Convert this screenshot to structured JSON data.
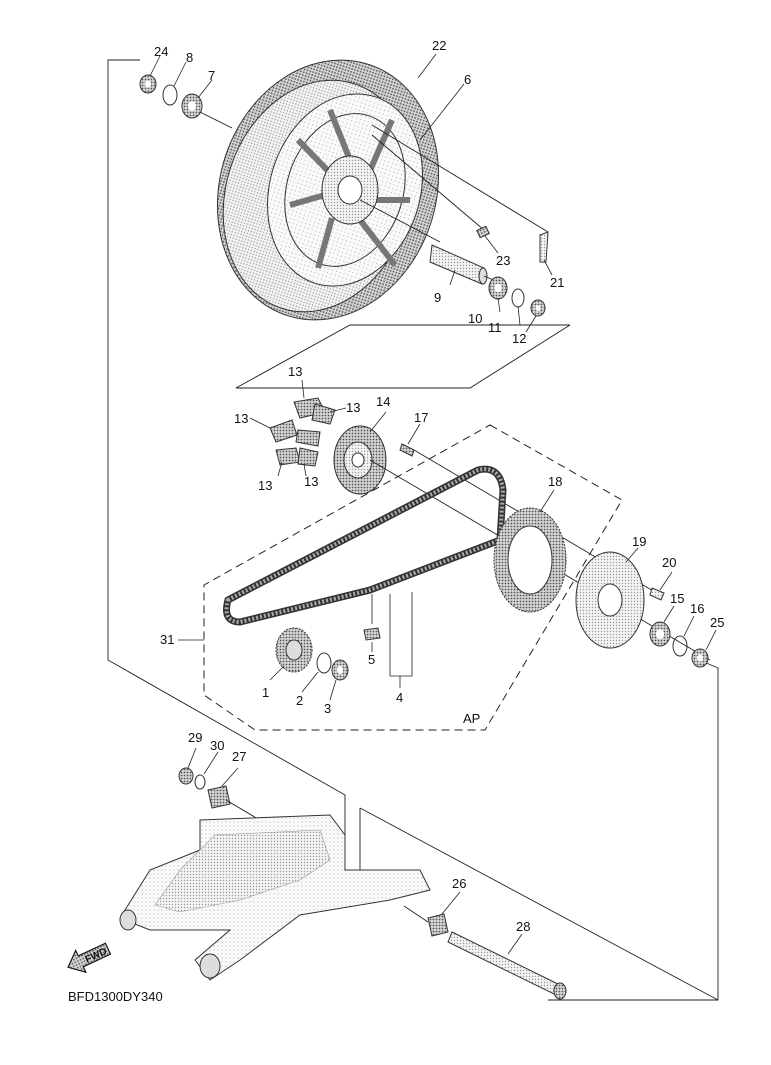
{
  "diagram": {
    "code": "BFD1300DY340",
    "assembly_tag": "AP",
    "fwd_label": "FWD",
    "callouts": {
      "c1": "1",
      "c2": "2",
      "c3": "3",
      "c4": "4",
      "c5": "5",
      "c6": "6",
      "c7": "7",
      "c8": "8",
      "c9": "9",
      "c10": "10",
      "c11": "11",
      "c12": "12",
      "c13a": "13",
      "c13b": "13",
      "c13c": "13",
      "c13d": "13",
      "c13e": "13",
      "c14": "14",
      "c15": "15",
      "c16": "16",
      "c17": "17",
      "c18": "18",
      "c19": "19",
      "c20": "20",
      "c21": "21",
      "c22": "22",
      "c23": "23",
      "c24": "24",
      "c25": "25",
      "c26": "26",
      "c27": "27",
      "c28": "28",
      "c29": "29",
      "c30": "30",
      "c31": "31"
    }
  }
}
